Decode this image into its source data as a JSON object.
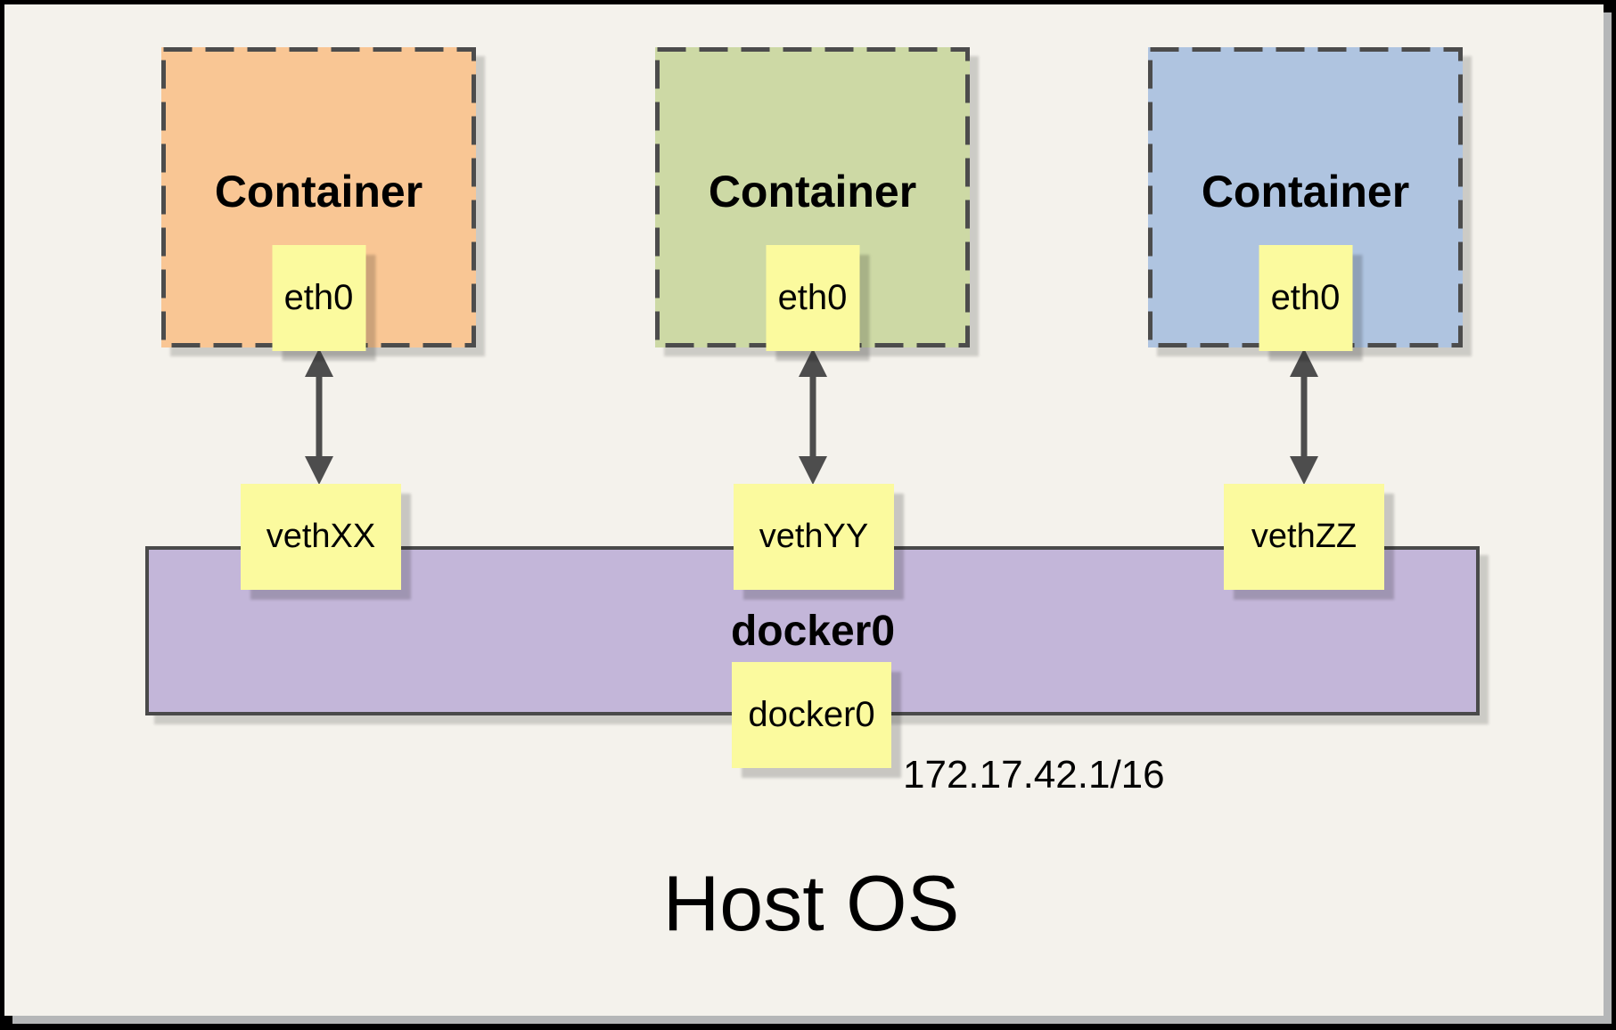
{
  "host": {
    "title": "Host OS"
  },
  "containers": [
    {
      "label": "Container",
      "interface": "eth0",
      "fill": "#F9C694"
    },
    {
      "label": "Container",
      "interface": "eth0",
      "fill": "#CDD9A5"
    },
    {
      "label": "Container",
      "interface": "eth0",
      "fill": "#AFC4E0"
    }
  ],
  "veth": [
    {
      "label": "vethXX"
    },
    {
      "label": "vethYY"
    },
    {
      "label": "vethZZ"
    }
  ],
  "bridge": {
    "label": "docker0",
    "interface": "docker0",
    "ip": "172.17.42.1/16",
    "fill": "#C3B6D9"
  },
  "colors": {
    "interface_chip": "#FBFA9E",
    "connector": "#4D4D4D",
    "dashed_border": "#4C4C4C",
    "page_background": "#F4F2EC",
    "frame_border": "#000000",
    "shadow": "#B5B7B8"
  },
  "icons": {
    "connector": "double-arrow-vertical-icon"
  }
}
